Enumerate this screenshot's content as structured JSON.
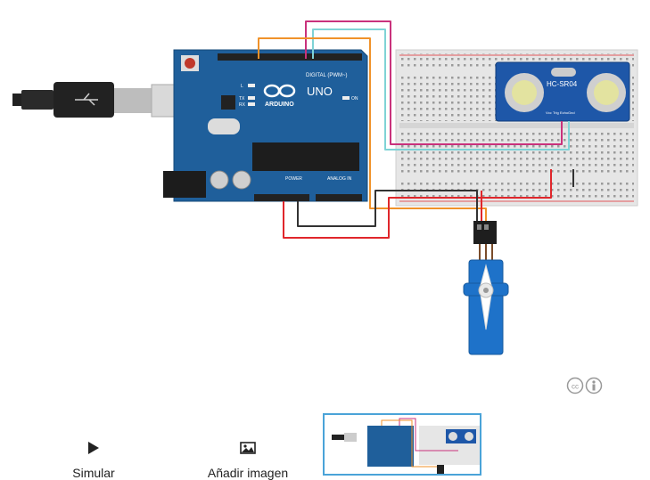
{
  "board": {
    "brand": "ARDUINO",
    "model": "UNO",
    "digital_header": "DIGITAL (PWM~)",
    "power_header": "POWER",
    "analog_header": "ANALOG IN",
    "led_l": "L",
    "led_tx": "TX",
    "led_rx": "RX",
    "led_on": "ON"
  },
  "sensor": {
    "model": "HC-SR04",
    "pin_labels": [
      "Vcc",
      "Trig",
      "Echo",
      "Gnd"
    ]
  },
  "license": {
    "icon": "creative-commons-by-icon"
  },
  "actions": {
    "simulate": {
      "icon": "play-icon",
      "label": "Simular"
    },
    "add_image": {
      "icon": "image-icon",
      "label": "Añadir imagen"
    }
  },
  "colors": {
    "board": "#1f5f9b",
    "breadboard": "#e6e6e6",
    "wire_orange": "#f0922a",
    "wire_magenta": "#c9327c",
    "wire_cyan": "#7fd3d6",
    "wire_red": "#e0262b",
    "wire_black": "#333333",
    "servo": "#1e72c9",
    "thumbnail_border": "#4aa3d8"
  }
}
